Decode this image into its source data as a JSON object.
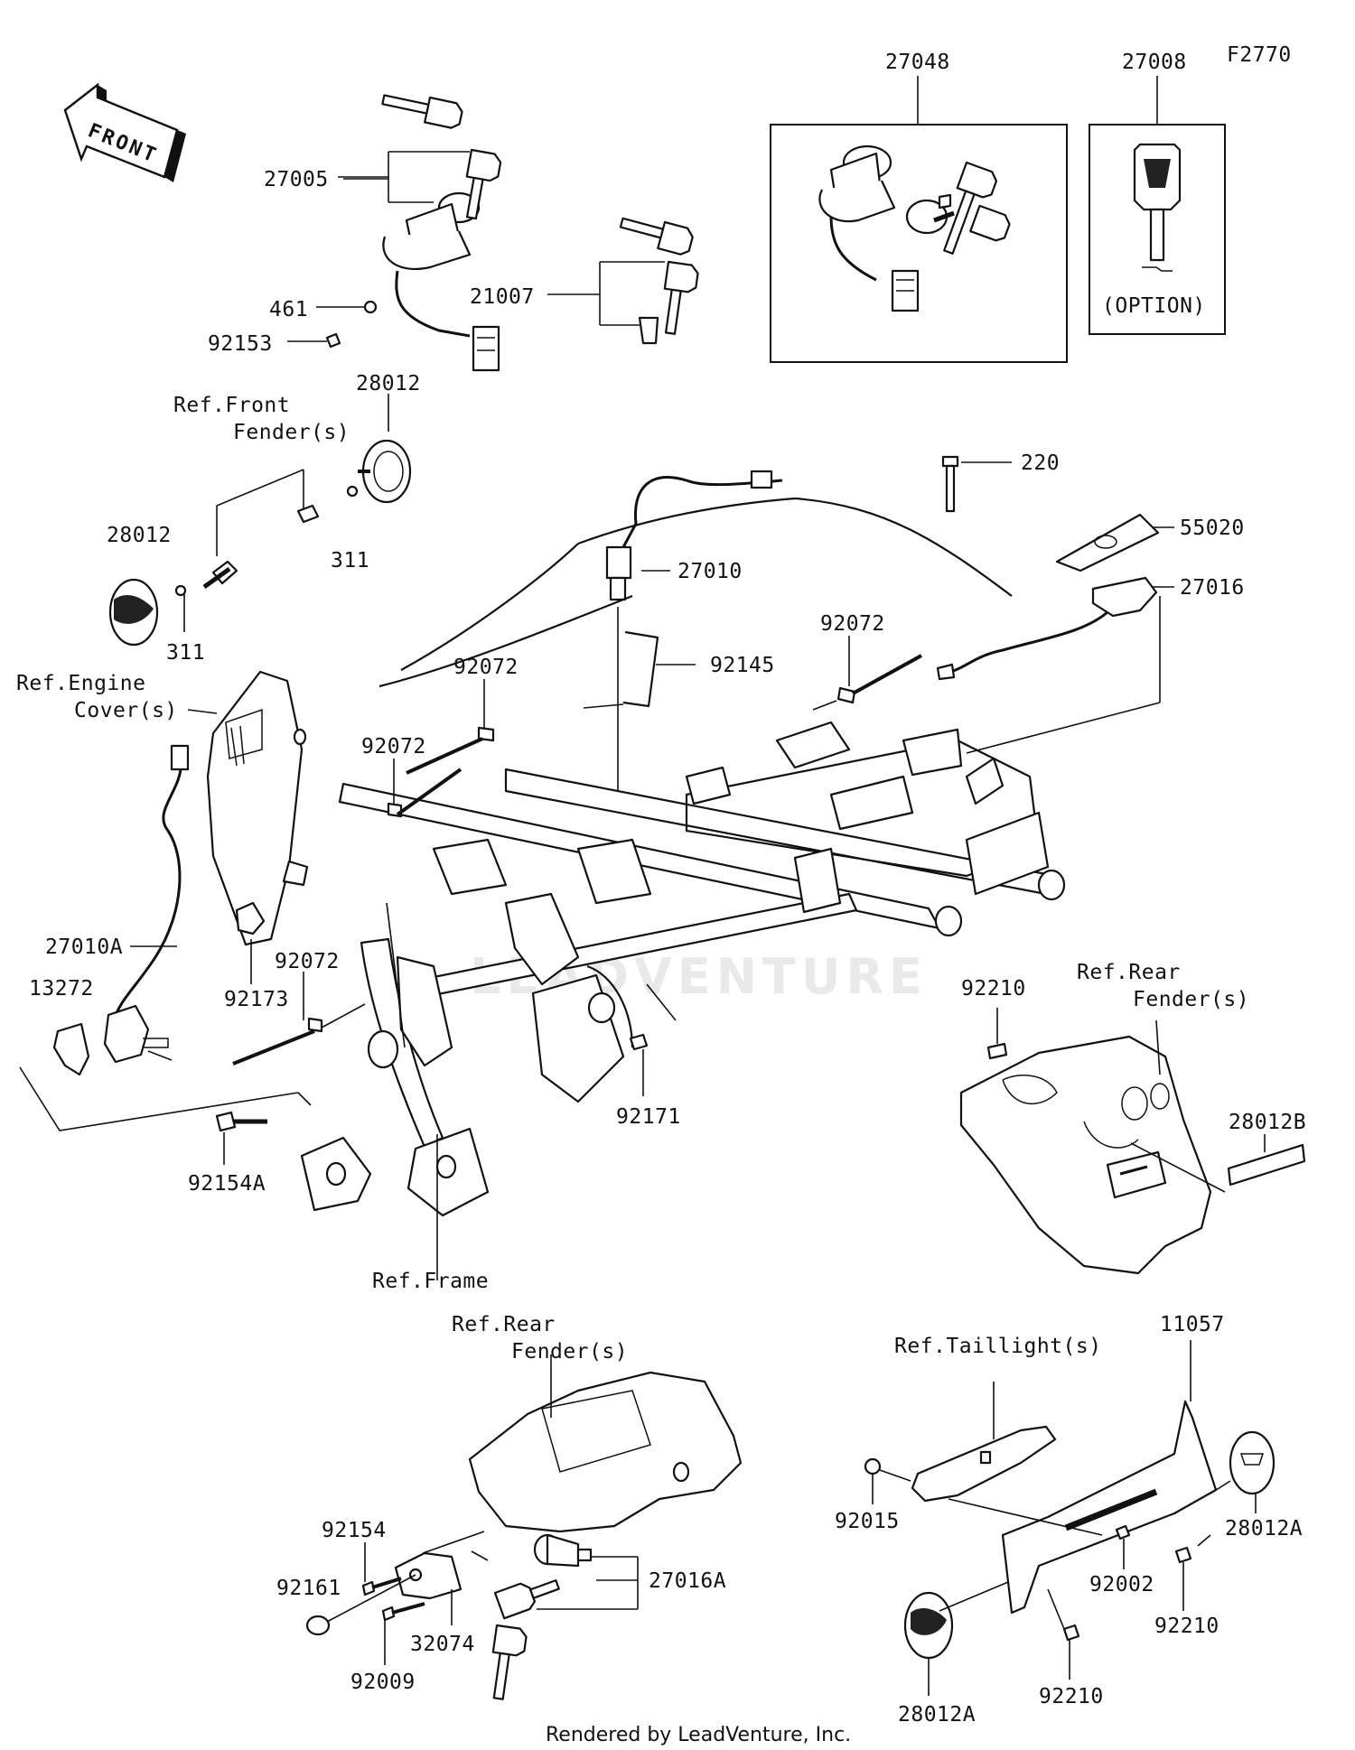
{
  "diagram": {
    "code": "F2770",
    "footer": "Rendered by LeadVenture, Inc.",
    "watermark": "LEADVENTURE",
    "front_arrow_label": "FRONT",
    "option_label": "(OPTION)",
    "parts": {
      "p27048": "27048",
      "p27008": "27008",
      "p27005": "27005",
      "p461": "461",
      "p92153": "92153",
      "p21007": "21007",
      "p28012_top": "28012",
      "p28012_left": "28012",
      "p311_top": "311",
      "p311_bottom": "311",
      "p27010": "27010",
      "p92145": "92145",
      "p220": "220",
      "p55020": "55020",
      "p27016": "27016",
      "p92072_a": "92072",
      "p92072_b": "92072",
      "p92072_c": "92072",
      "p92072_d": "92072",
      "p27010A": "27010A",
      "p92173": "92173",
      "p13272": "13272",
      "p92171": "92171",
      "p92154A": "92154A",
      "p92210_top": "92210",
      "p28012B": "28012B",
      "p11057": "11057",
      "p92015": "92015",
      "p92002": "92002",
      "p92210_mid": "92210",
      "p92210_bottom": "92210",
      "p28012A_right": "28012A",
      "p28012A_bottom": "28012A",
      "p92154": "92154",
      "p92161": "92161",
      "p92009": "92009",
      "p32074": "32074",
      "p27016A": "27016A"
    },
    "refs": {
      "front_fender_1": "Ref.Front",
      "front_fender_2": "Fender(s)",
      "engine_cover_1": "Ref.Engine",
      "engine_cover_2": "Cover(s)",
      "rear_fender_right_1": "Ref.Rear",
      "rear_fender_right_2": "Fender(s)",
      "frame": "Ref.Frame",
      "rear_fender_bottom_1": "Ref.Rear",
      "rear_fender_bottom_2": "Fender(s)",
      "taillight": "Ref.Taillight(s)"
    }
  }
}
